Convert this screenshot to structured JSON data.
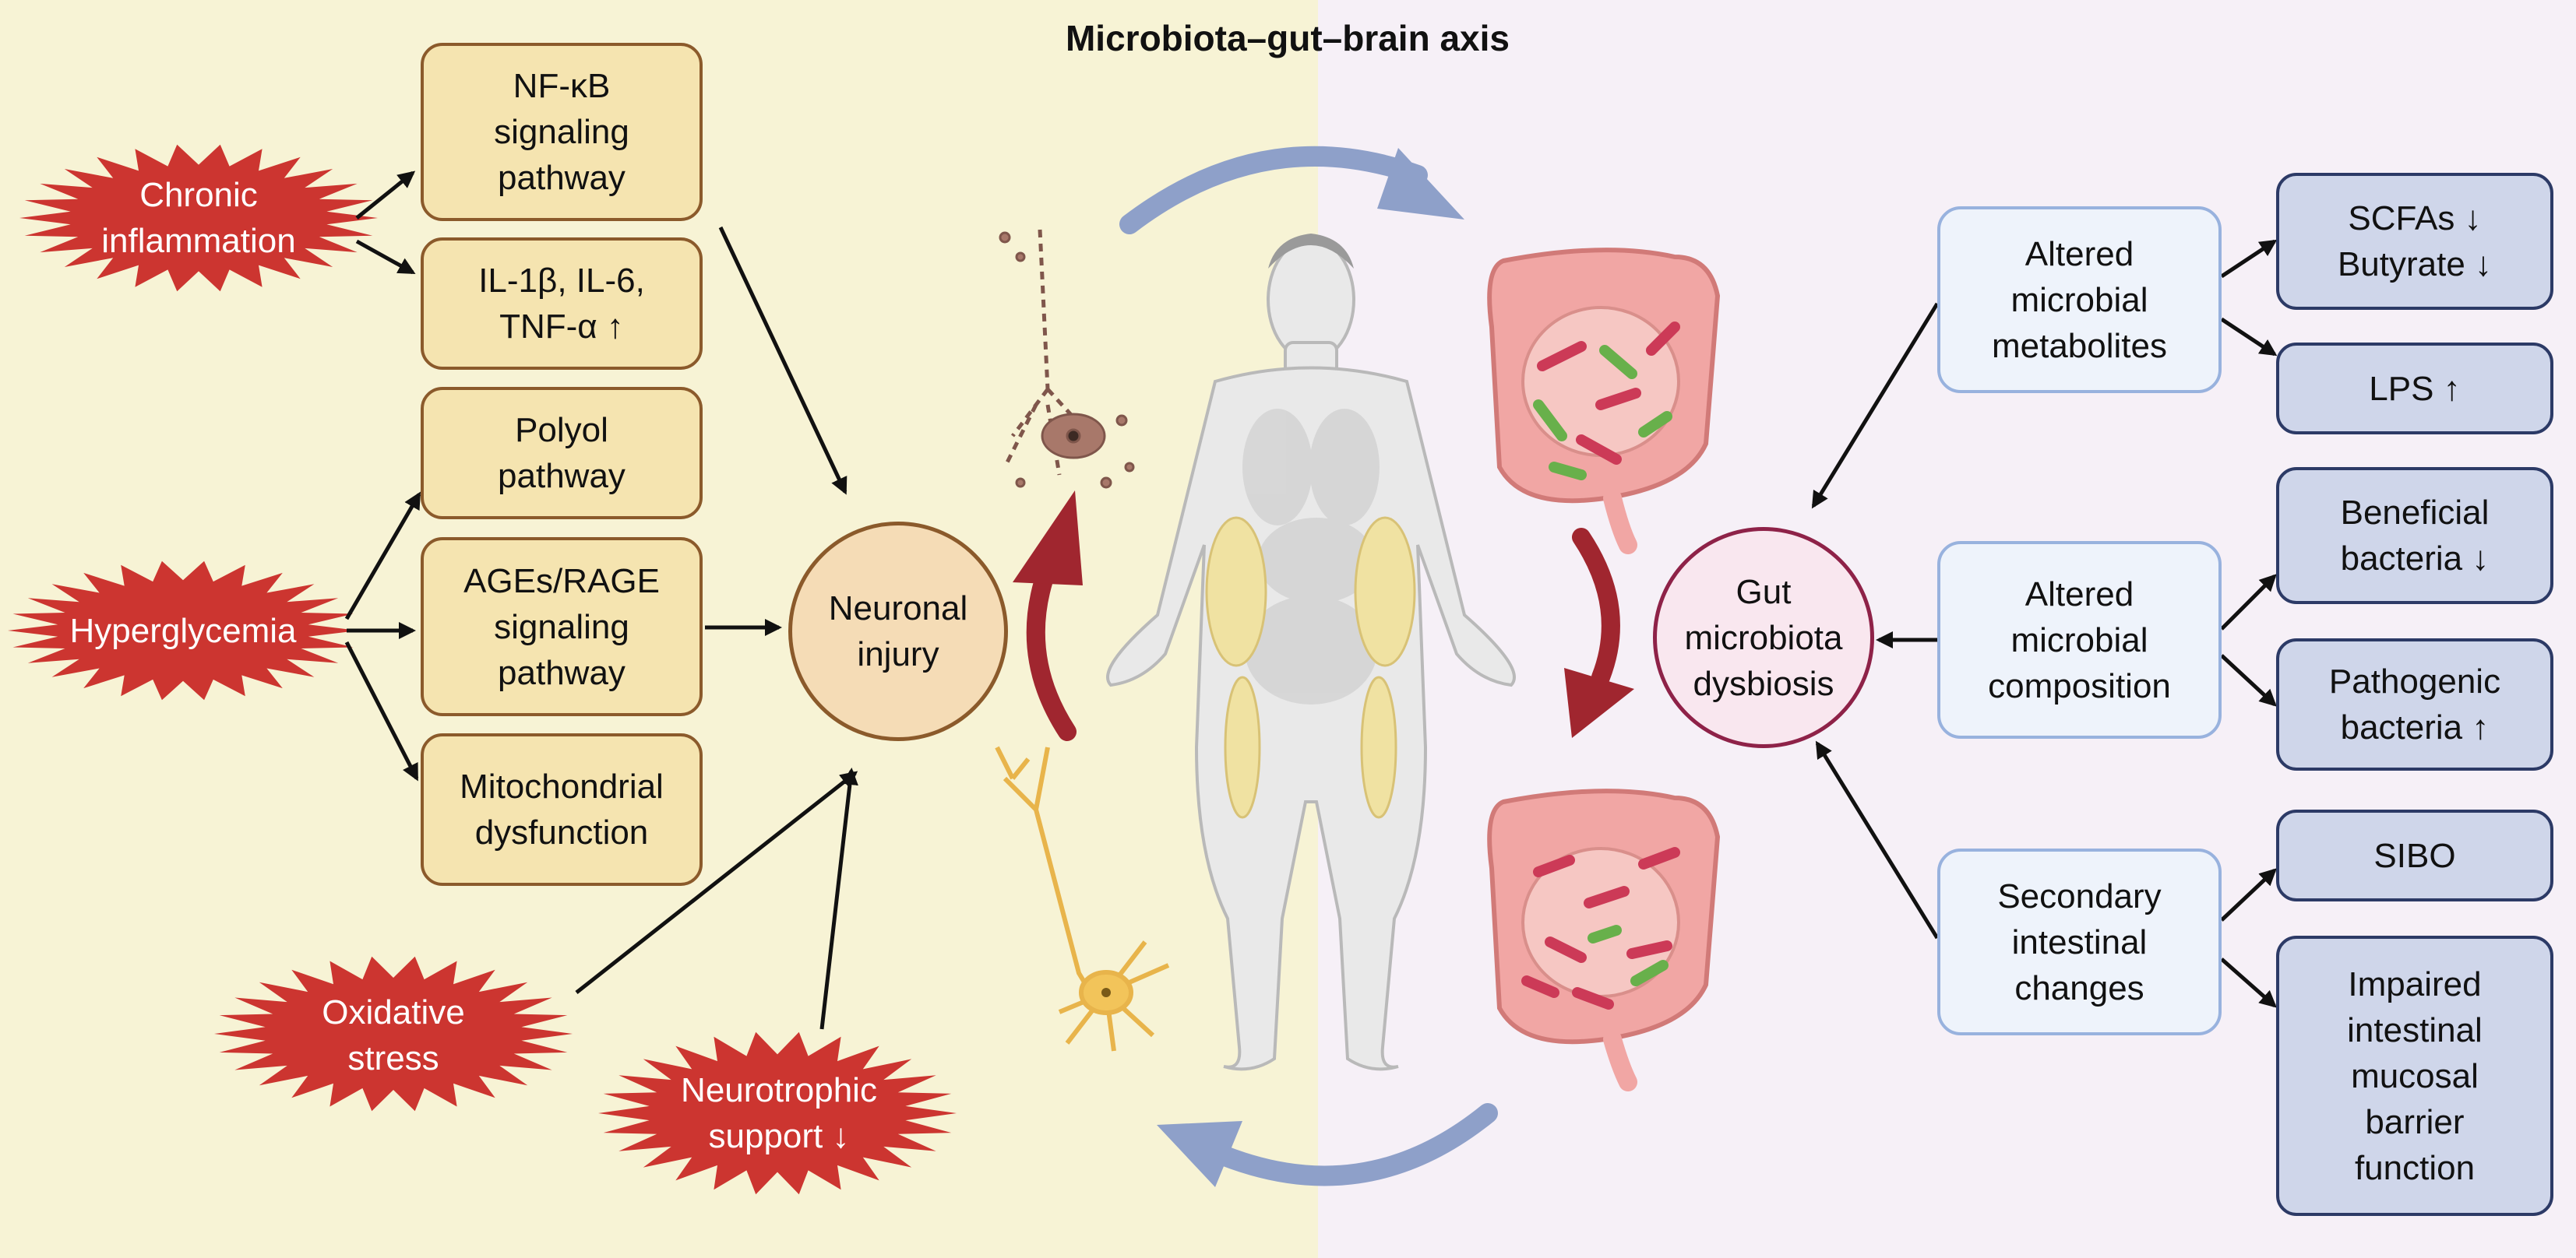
{
  "title": "Microbiota–gut–brain axis",
  "colors": {
    "left_bg": "#f7f3d5",
    "right_bg": "#f6f0f7",
    "burst": "#cc3530",
    "tan_box": "#f5e4b0",
    "tan_border": "#8b5a2b",
    "light_blue_box": "#eef3fb",
    "light_blue_border": "#98b2de",
    "dark_blue_box": "#cfd6ea",
    "dark_blue_border": "#2c3a66",
    "blue_arrow": "#8ea0c9",
    "red_arrow": "#a0262f"
  },
  "stressors": {
    "chronic_inflammation": "Chronic\ninflammation",
    "hyperglycemia": "Hyperglycemia",
    "oxidative_stress": "Oxidative\nstress",
    "neurotrophic_support": "Neurotrophic\nsupport ↓"
  },
  "pathways": {
    "nfkb": "NF-κB\nsignaling\npathway",
    "cytokines": "IL-1β, IL-6,\nTNF-α ↑",
    "polyol": "Polyol\npathway",
    "ages_rage": "AGEs/RAGE\nsignaling\npathway",
    "mitochondrial": "Mitochondrial\ndysfunction"
  },
  "center": {
    "neuronal_injury": "Neuronal\ninjury",
    "gut_dysbiosis": "Gut\nmicrobiota\ndysbiosis"
  },
  "causes": {
    "metabolites": "Altered\nmicrobial\nmetabolites",
    "composition": "Altered\nmicrobial\ncomposition",
    "intestinal": "Secondary\nintestinal\nchanges"
  },
  "outcomes": {
    "scfas": "SCFAs ↓\nButyrate ↓",
    "lps": "LPS ↑",
    "beneficial": "Beneficial\nbacteria ↓",
    "pathogenic": "Pathogenic\nbacteria ↑",
    "sibo": "SIBO",
    "barrier": "Impaired\nintestinal\nmucosal\nbarrier\nfunction"
  }
}
